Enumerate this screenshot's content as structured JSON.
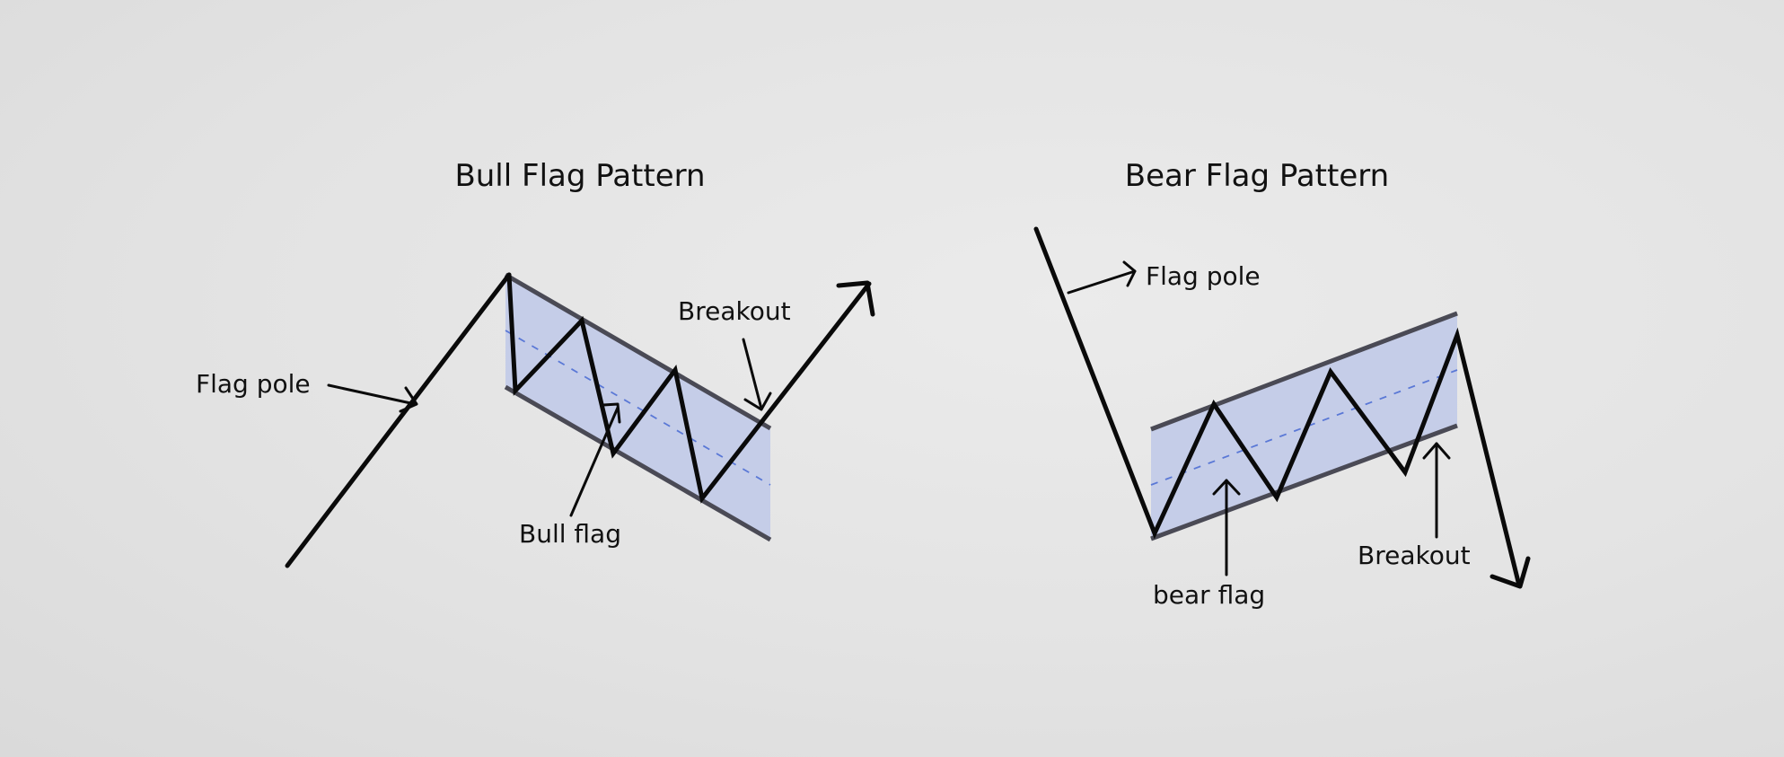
{
  "bull": {
    "title": "Bull Flag Pattern",
    "labels": {
      "flag_pole": "Flag pole",
      "flag": "Bull flag",
      "breakout": "Breakout"
    }
  },
  "bear": {
    "title": "Bear Flag Pattern",
    "labels": {
      "flag_pole": "Flag pole",
      "flag": "bear flag",
      "breakout": "Breakout"
    }
  },
  "colors": {
    "background": "#e4e4e4",
    "channel_fill": "#c3cbe8",
    "channel_edge": "#4a4a55",
    "midline": "#5a78d6",
    "lines": "#0a0a0a"
  }
}
